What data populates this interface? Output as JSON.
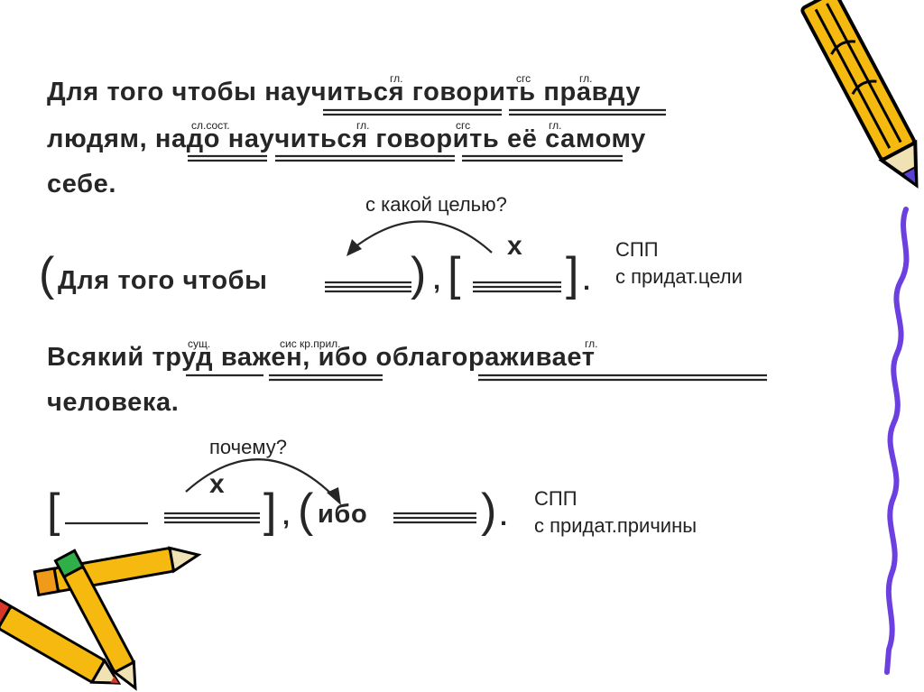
{
  "sentence1": {
    "line1_prefix": "Для того чтобы",
    "w_nauchitsya": "научиться",
    "w_govorit": "говорить",
    "line1_suffix": "правду",
    "line2_prefix": "людям,",
    "w_nado": "надо",
    "w_nauchitsya2": "научиться",
    "w_govorit2": "говорить",
    "line2_suffix": "её самому",
    "line3": "себе.",
    "labels": {
      "gl1": "гл.",
      "sgs1": "сгс",
      "gl2": "гл.",
      "slsost": "сл.сост.",
      "gl3": "гл.",
      "sgs2": "сгс",
      "gl4": "гл."
    }
  },
  "scheme1": {
    "question": "с какой целью?",
    "open_paren": "(",
    "conj": "Для того чтобы",
    "close_paren": ")",
    "comma": ",",
    "open_br": "[",
    "x": "х",
    "close_br": "]",
    "period": ".",
    "type_line1": "СПП",
    "type_line2": "с придат.цели"
  },
  "sentence2": {
    "w_vsyakiy": "Всякий",
    "w_trud": "труд",
    "w_vazhen": "важен,",
    "w_ibo": "ибо",
    "w_oblag": "облагораживает",
    "line2": "человека.",
    "labels": {
      "sushch": "сущ.",
      "sis": "сис кр.прил.",
      "gl": "гл."
    }
  },
  "scheme2": {
    "question": "почему?",
    "open_br": "[",
    "x": "х",
    "close_br": "]",
    "comma": ",",
    "open_paren": "(",
    "conj": "ибо",
    "close_paren": ")",
    "period": ".",
    "type_line1": "СПП",
    "type_line2": "с придат.причины"
  },
  "colors": {
    "pencil_body": "#f5b90f",
    "pencil_outline": "#000000",
    "pencil_tip": "#5b3fd6",
    "line_purple": "#6b3fe0",
    "eraser_red": "#d9362a",
    "eraser_green": "#2fae4a"
  }
}
